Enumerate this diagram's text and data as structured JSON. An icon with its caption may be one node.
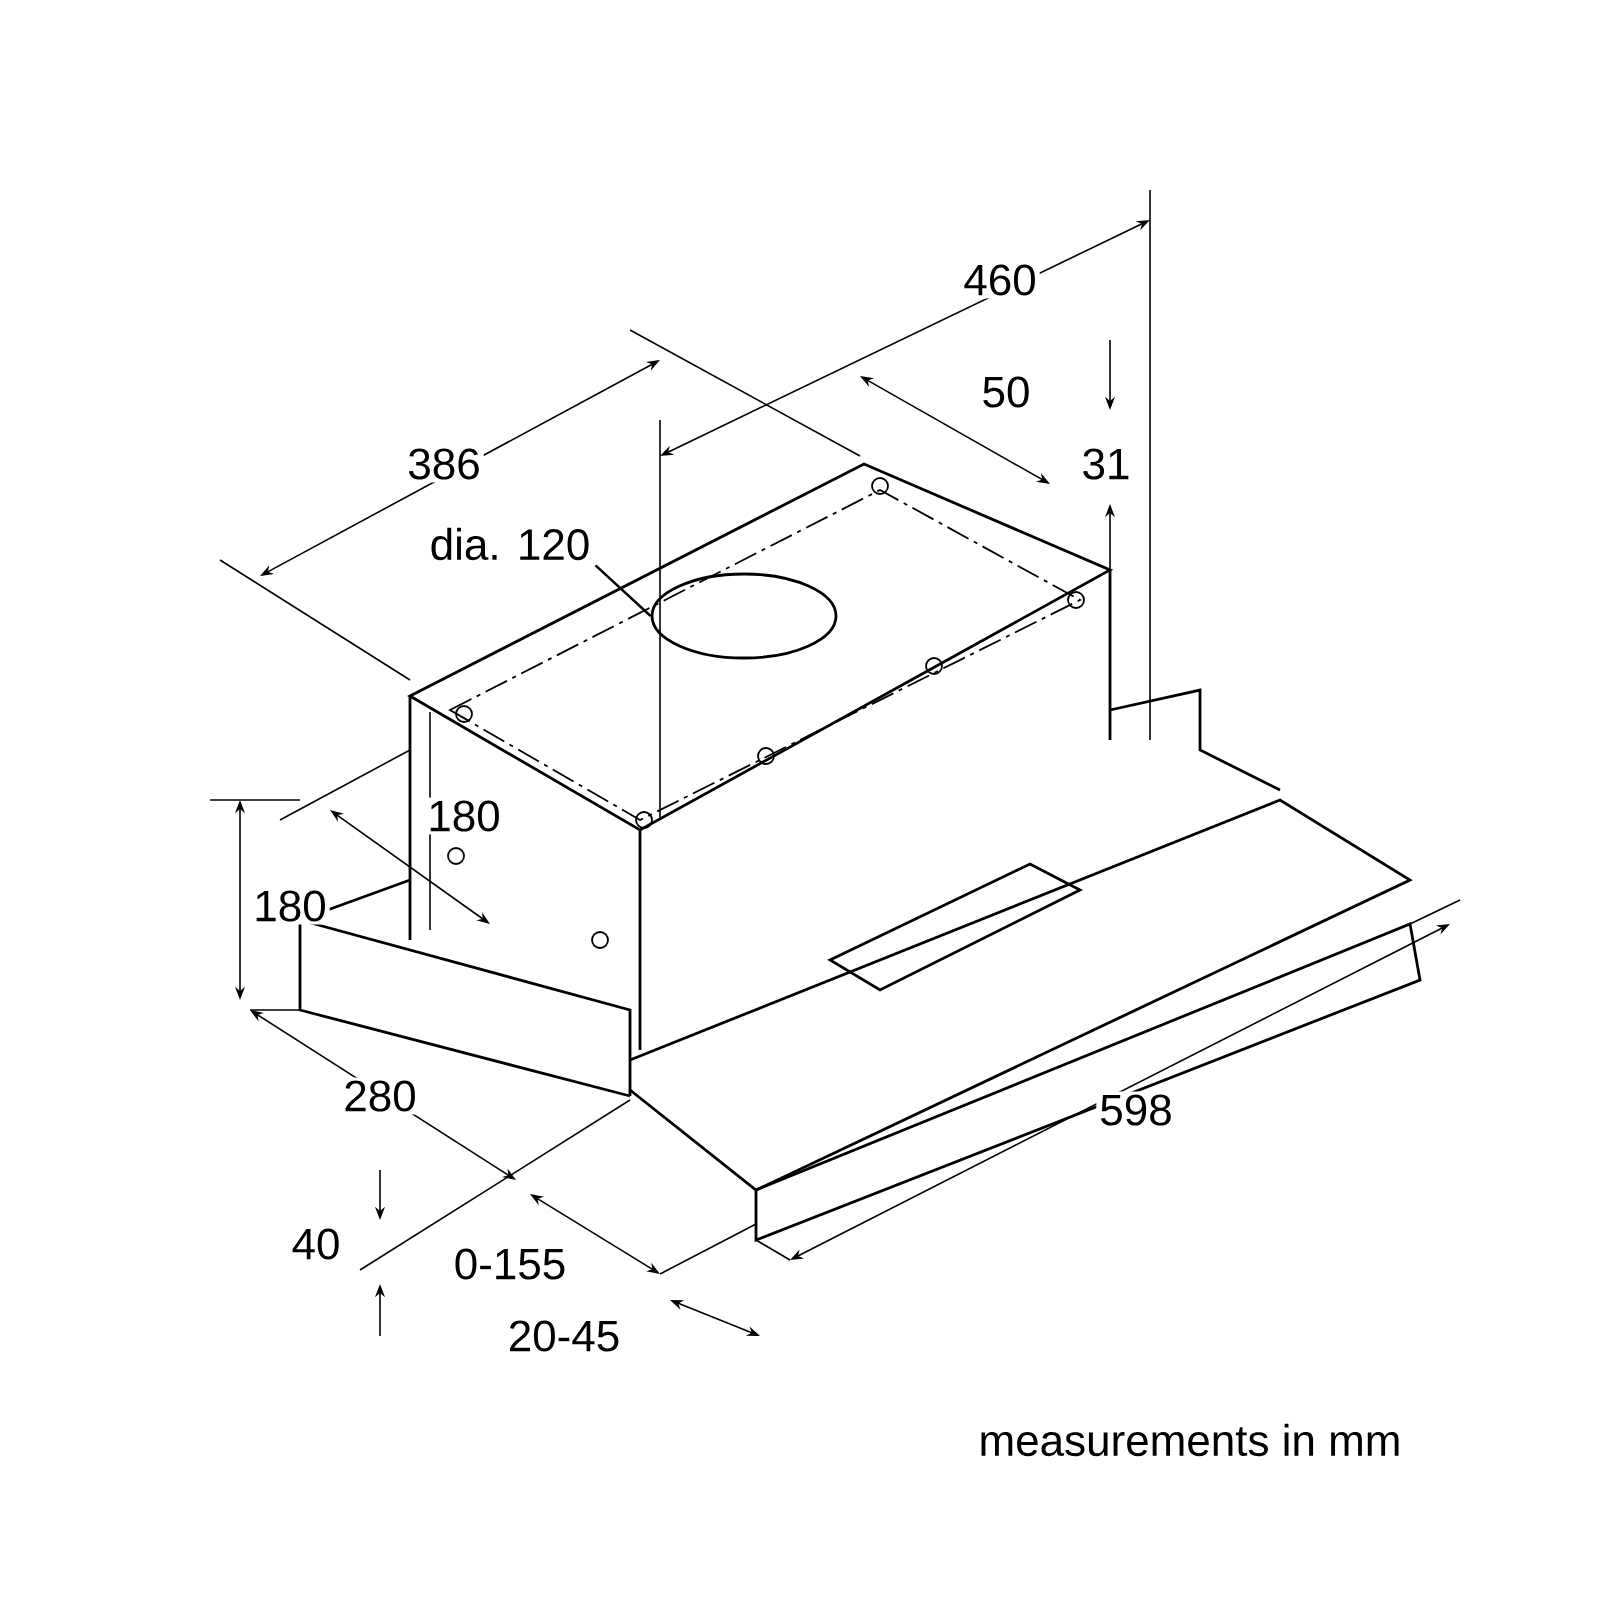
{
  "diagram": {
    "caption": "measurements in mm",
    "nodes": [
      {
        "text": [
          "dia. 120"
        ]
      },
      {
        "text": [],
        "shape": "circle"
      }
    ],
    "edges": [
      {
        "from": 0,
        "to": 1,
        "arrow": "none"
      }
    ],
    "labels": [
      "460",
      "50",
      "31",
      "386",
      "180",
      "180",
      "280",
      "598",
      "40",
      "0-155",
      "20-45"
    ]
  }
}
